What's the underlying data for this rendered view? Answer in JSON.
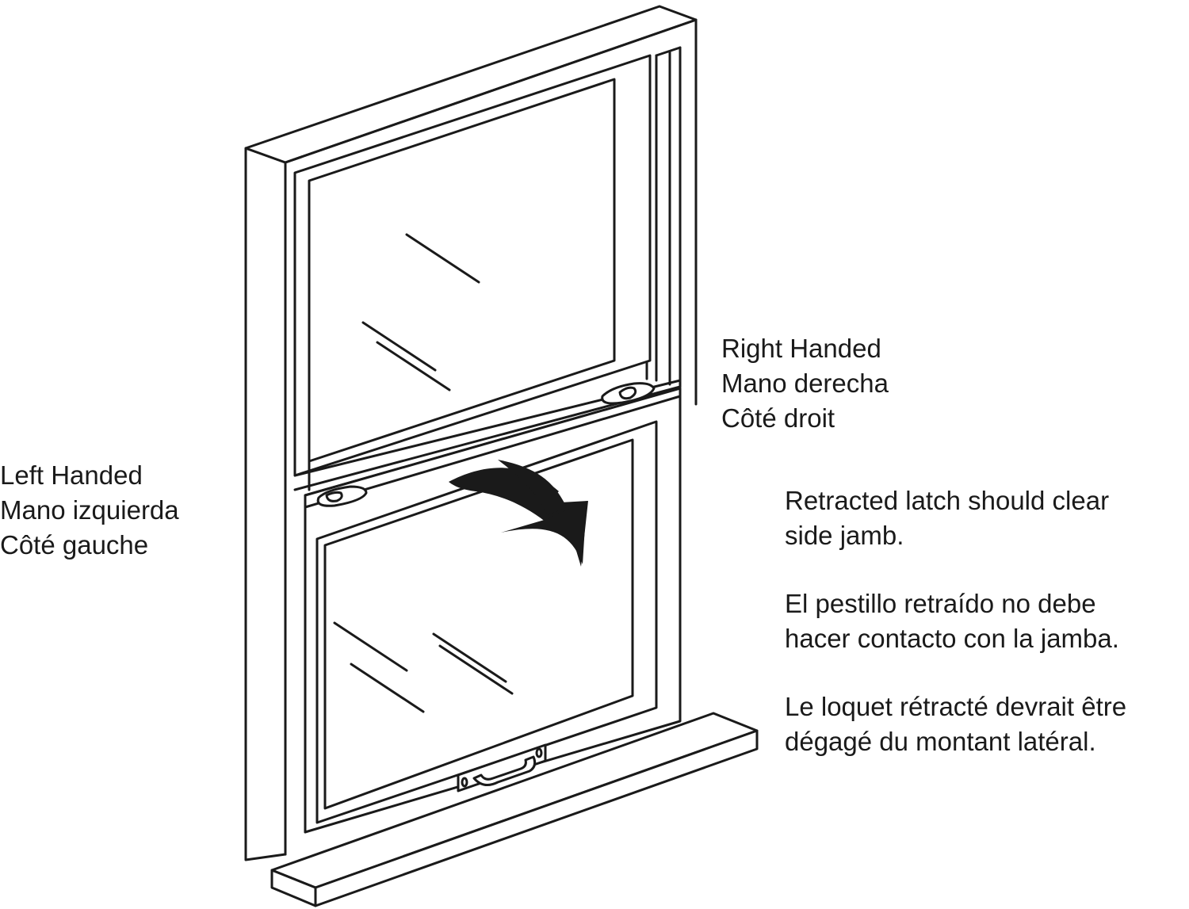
{
  "colors": {
    "line": "#1a1a1a",
    "background": "#ffffff",
    "arrow": "#1a1a1a"
  },
  "labels": {
    "left": [
      "Left Handed",
      "Mano izquierda",
      "Côté gauche"
    ],
    "right": [
      "Right Handed",
      "Mano derecha",
      "Côté droit"
    ]
  },
  "note": {
    "en": [
      "Retracted latch should clear",
      "side jamb."
    ],
    "es": [
      "El pestillo retraído no debe",
      "hacer contacto con la jamba."
    ],
    "fr": [
      "Le loquet rétracté devrait être",
      "dégagé du montant latéral."
    ]
  },
  "icons": {
    "arrow": "curved-arrow-icon",
    "left_latch": "sash-latch-left-icon",
    "right_latch": "sash-latch-right-icon",
    "lift_handle": "sash-lift-handle-icon"
  }
}
